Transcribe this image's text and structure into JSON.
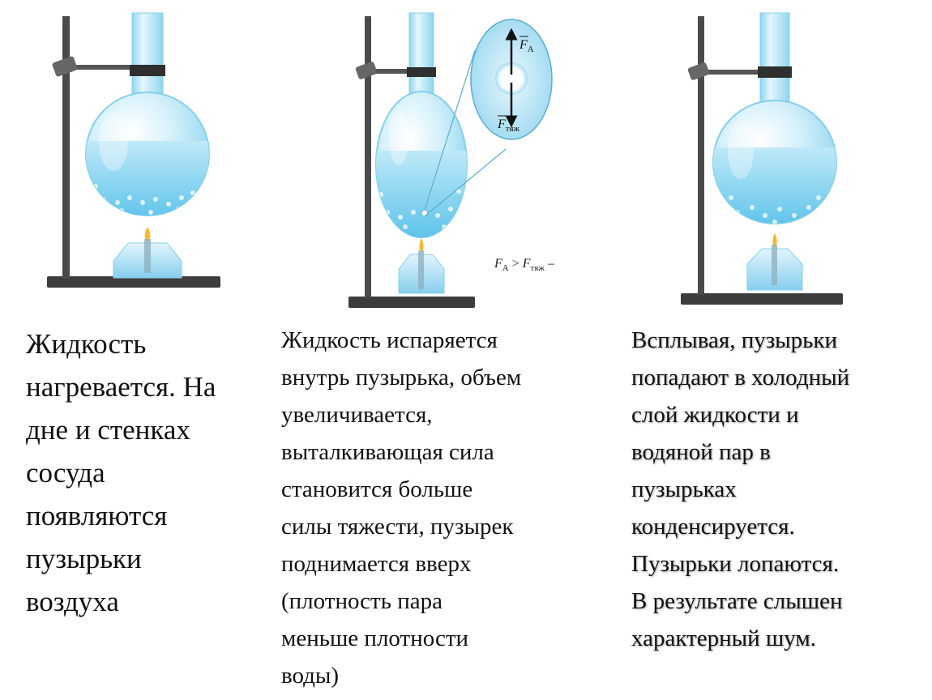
{
  "figure": {
    "inset": {
      "buoyant_force_label": "F",
      "buoyant_force_subscript": "А",
      "gravity_force_label": "F",
      "gravity_force_subscript": "тяж"
    },
    "relation": {
      "left": "F",
      "left_sub": "А",
      "sign": " > ",
      "right": "F",
      "right_sub": "тяж",
      "tail": " –"
    },
    "colors": {
      "liquid": "#7fd0ee",
      "glass": "#c9ecf8",
      "stand": "#404040",
      "flame": "#f7b733"
    }
  },
  "captions": [
    {
      "lines": [
        "Жидкость",
        "нагревается. На",
        "дне  и стенках",
        "сосуда",
        "появляются",
        "пузырьки",
        "воздуха"
      ]
    },
    {
      "lines": [
        "Жидкость испаряется",
        "внутрь пузырька, объем",
        "увеличивается,",
        "выталкивающая сила",
        "становится больше",
        "силы тяжести, пузырек",
        "поднимается вверх",
        "(плотность пара",
        "меньше плотности",
        "воды)"
      ]
    },
    {
      "lines": [
        "Всплывая, пузырьки",
        "попадают в холодный",
        "слой жидкости и",
        "водяной пар в",
        "пузырьках",
        "конденсируется.",
        "Пузырьки лопаются.",
        "В результате слышен",
        "характерный шум."
      ]
    }
  ]
}
